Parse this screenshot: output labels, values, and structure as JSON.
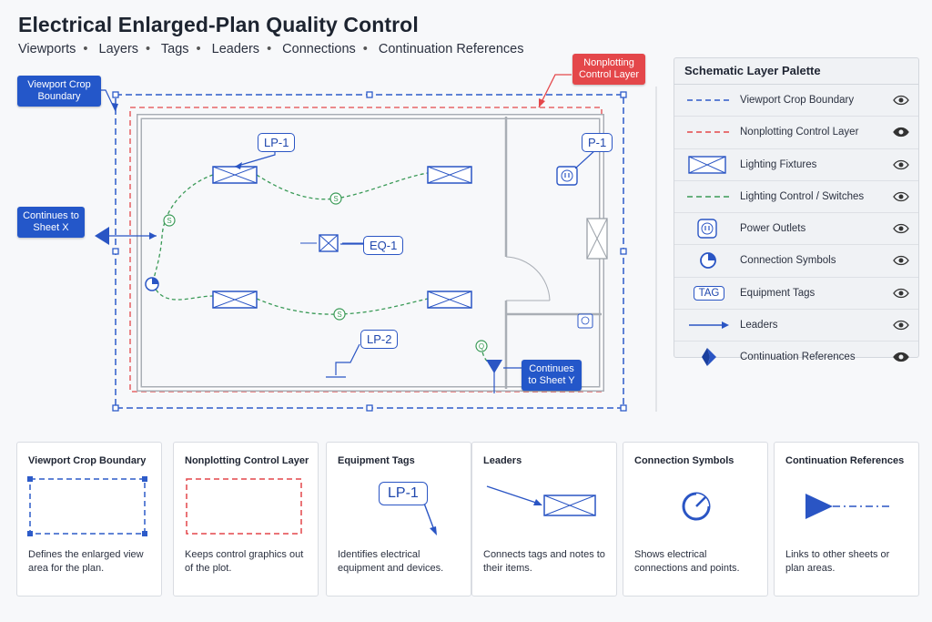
{
  "header": {
    "title": "Electrical Enlarged-Plan Quality Control",
    "subtitle_items": [
      "Viewports",
      "Layers",
      "Tags",
      "Leaders",
      "Connections",
      "Continuation References"
    ]
  },
  "plan": {
    "callouts": {
      "viewport_crop": "Viewport Crop Boundary",
      "nonplotting": "Nonplotting Control Layer",
      "continues_x": "Continues to Sheet X",
      "continues_y": "Continues to Sheet Y"
    },
    "tags": {
      "lp1": "LP-1",
      "lp2": "LP-2",
      "eq1": "EQ-1",
      "p1": "P-1"
    },
    "colors": {
      "blue": "#2457c9",
      "red": "#e4474a",
      "green": "#3a9a57"
    }
  },
  "palette": {
    "title": "Schematic Layer Palette",
    "rows": [
      {
        "label": "Viewport Crop Boundary",
        "symbol": "blue-dash-line"
      },
      {
        "label": "Nonplotting Control Layer",
        "symbol": "red-dash-line"
      },
      {
        "label": "Lighting Fixtures",
        "symbol": "fixture-icon"
      },
      {
        "label": "Lighting Control / Switches",
        "symbol": "green-dash-line"
      },
      {
        "label": "Power Outlets",
        "symbol": "outlet-icon"
      },
      {
        "label": "Connection Symbols",
        "symbol": "connection-icon"
      },
      {
        "label": "Equipment Tags",
        "symbol": "tag-icon",
        "tag_text": "TAG"
      },
      {
        "label": "Leaders",
        "symbol": "leader-arrow"
      },
      {
        "label": "Continuation References",
        "symbol": "continuation-icon"
      }
    ]
  },
  "cards": [
    {
      "title": "Viewport Crop Boundary",
      "desc": "Defines the enlarged view area for the plan."
    },
    {
      "title": "Nonplotting Control Layer",
      "desc": "Keeps control graphics out of the plot."
    },
    {
      "title": "Equipment Tags",
      "desc": "Identifies electrical equipment and devices.",
      "tag_text": "LP-1"
    },
    {
      "title": "Leaders",
      "desc": "Connects tags and notes to their items."
    },
    {
      "title": "Connection Symbols",
      "desc": "Shows electrical connections and points."
    },
    {
      "title": "Continuation References",
      "desc": "Links to other sheets or plan areas."
    }
  ]
}
